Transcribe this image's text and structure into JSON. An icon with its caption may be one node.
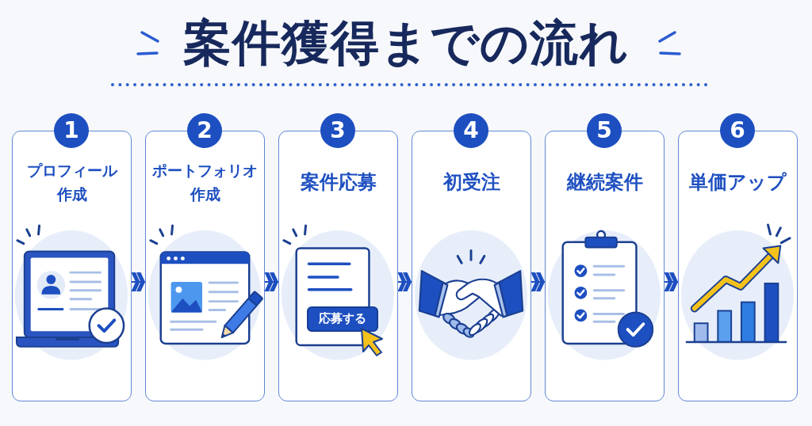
{
  "diagram": {
    "title": "案件獲得までの流れ",
    "nodes": [
      {
        "text": [
          "1",
          "プロフィール作成"
        ]
      },
      {
        "text": [
          "2",
          "ポートフォリオ作成"
        ]
      },
      {
        "text": [
          "3",
          "案件応募"
        ]
      },
      {
        "text": [
          "応募する"
        ],
        "in": 2
      },
      {
        "text": [
          "4",
          "初受注"
        ]
      },
      {
        "text": [
          "5",
          "継続案件"
        ]
      },
      {
        "text": [
          "6",
          "単価アップ"
        ]
      }
    ],
    "edges": [
      {
        "from": 0,
        "to": 1,
        "arrow": "to"
      },
      {
        "from": 1,
        "to": 2,
        "arrow": "to"
      },
      {
        "from": 2,
        "to": 4,
        "arrow": "to"
      },
      {
        "from": 4,
        "to": 5,
        "arrow": "to"
      },
      {
        "from": 5,
        "to": 6,
        "arrow": "to"
      }
    ]
  }
}
